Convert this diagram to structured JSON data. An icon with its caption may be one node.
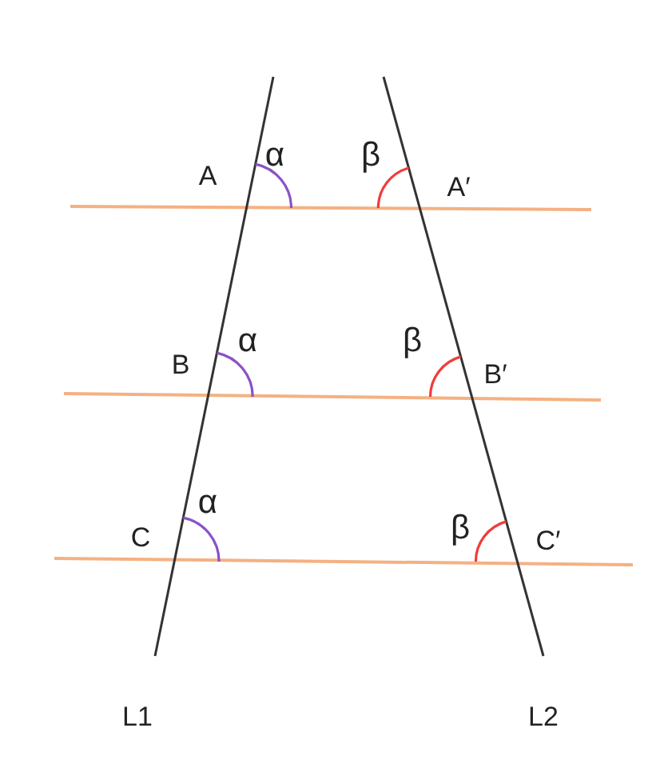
{
  "diagram": {
    "labels": [
      "α",
      "β",
      "A",
      "A′",
      "B",
      "α",
      "β",
      "B′",
      "α",
      "C",
      "β",
      "C′",
      "L1",
      "L2"
    ]
  }
}
